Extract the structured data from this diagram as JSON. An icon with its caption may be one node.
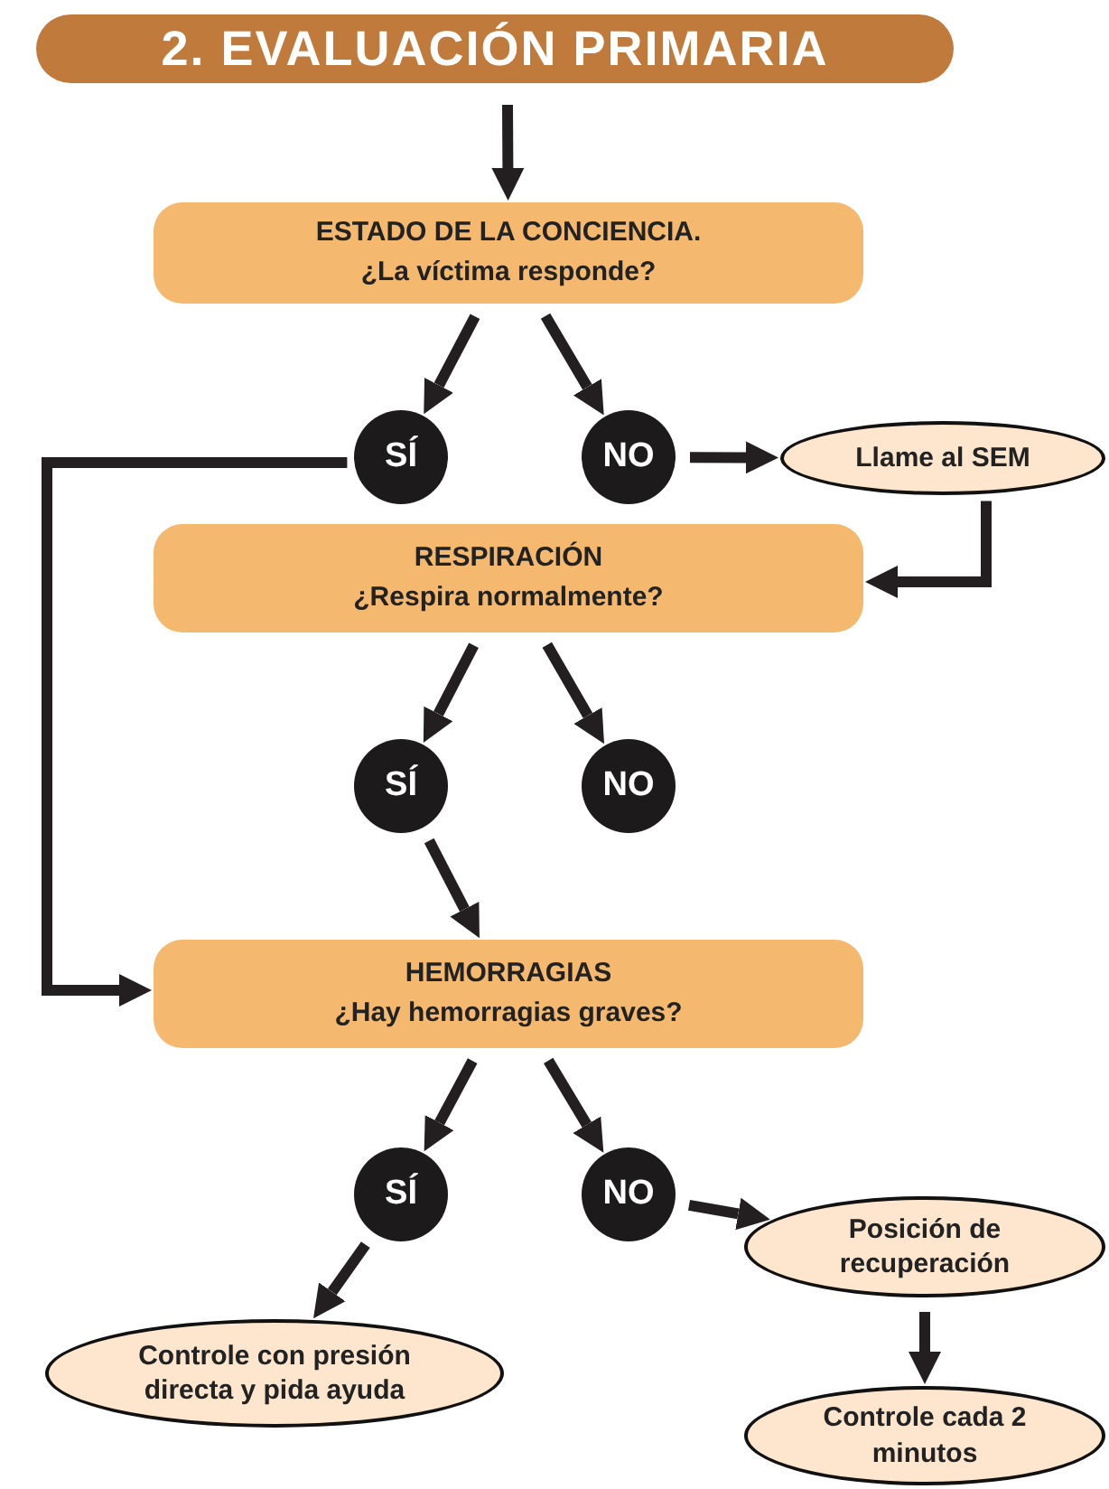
{
  "diagram": {
    "title": "2. EVALUACIÓN PRIMARIA",
    "nodes": [
      {
        "text": [
          "ESTADO DE LA CONCIENCIA.",
          "¿La víctima responde?"
        ]
      },
      {
        "text": [
          "SÍ"
        ]
      },
      {
        "text": [
          "NO"
        ]
      },
      {
        "text": [
          "Llame al SEM"
        ]
      },
      {
        "text": [
          "RESPIRACIÓN",
          "¿Respira normalmente?"
        ]
      },
      {
        "text": [
          "SÍ"
        ]
      },
      {
        "text": [
          "NO"
        ]
      },
      {
        "text": [
          "HEMORRAGIAS",
          "¿Hay hemorragias graves?"
        ]
      },
      {
        "text": [
          "SÍ"
        ]
      },
      {
        "text": [
          "NO"
        ]
      },
      {
        "text": [
          "Posición de recuperación"
        ]
      },
      {
        "text": [
          "Controle con presión directa y pida ayuda"
        ]
      },
      {
        "text": [
          "Controle cada 2 minutos"
        ]
      }
    ],
    "edges": [
      {
        "from": null,
        "to": 0,
        "arrow": "to"
      },
      {
        "from": 0,
        "to": 1,
        "arrow": "to"
      },
      {
        "from": 0,
        "to": 2,
        "arrow": "to"
      },
      {
        "from": 2,
        "to": 3,
        "arrow": "to"
      },
      {
        "from": 3,
        "to": 4,
        "arrow": "to"
      },
      {
        "from": 1,
        "to": 7,
        "arrow": "to"
      },
      {
        "from": 4,
        "to": 5,
        "arrow": "to"
      },
      {
        "from": 4,
        "to": 6,
        "arrow": "to"
      },
      {
        "from": 5,
        "to": 7,
        "arrow": "to"
      },
      {
        "from": 7,
        "to": 8,
        "arrow": "to"
      },
      {
        "from": 7,
        "to": 9,
        "arrow": "to"
      },
      {
        "from": 9,
        "to": 10,
        "arrow": "to"
      },
      {
        "from": 8,
        "to": 11,
        "arrow": "to"
      },
      {
        "from": 10,
        "to": 12,
        "arrow": "to"
      }
    ]
  }
}
